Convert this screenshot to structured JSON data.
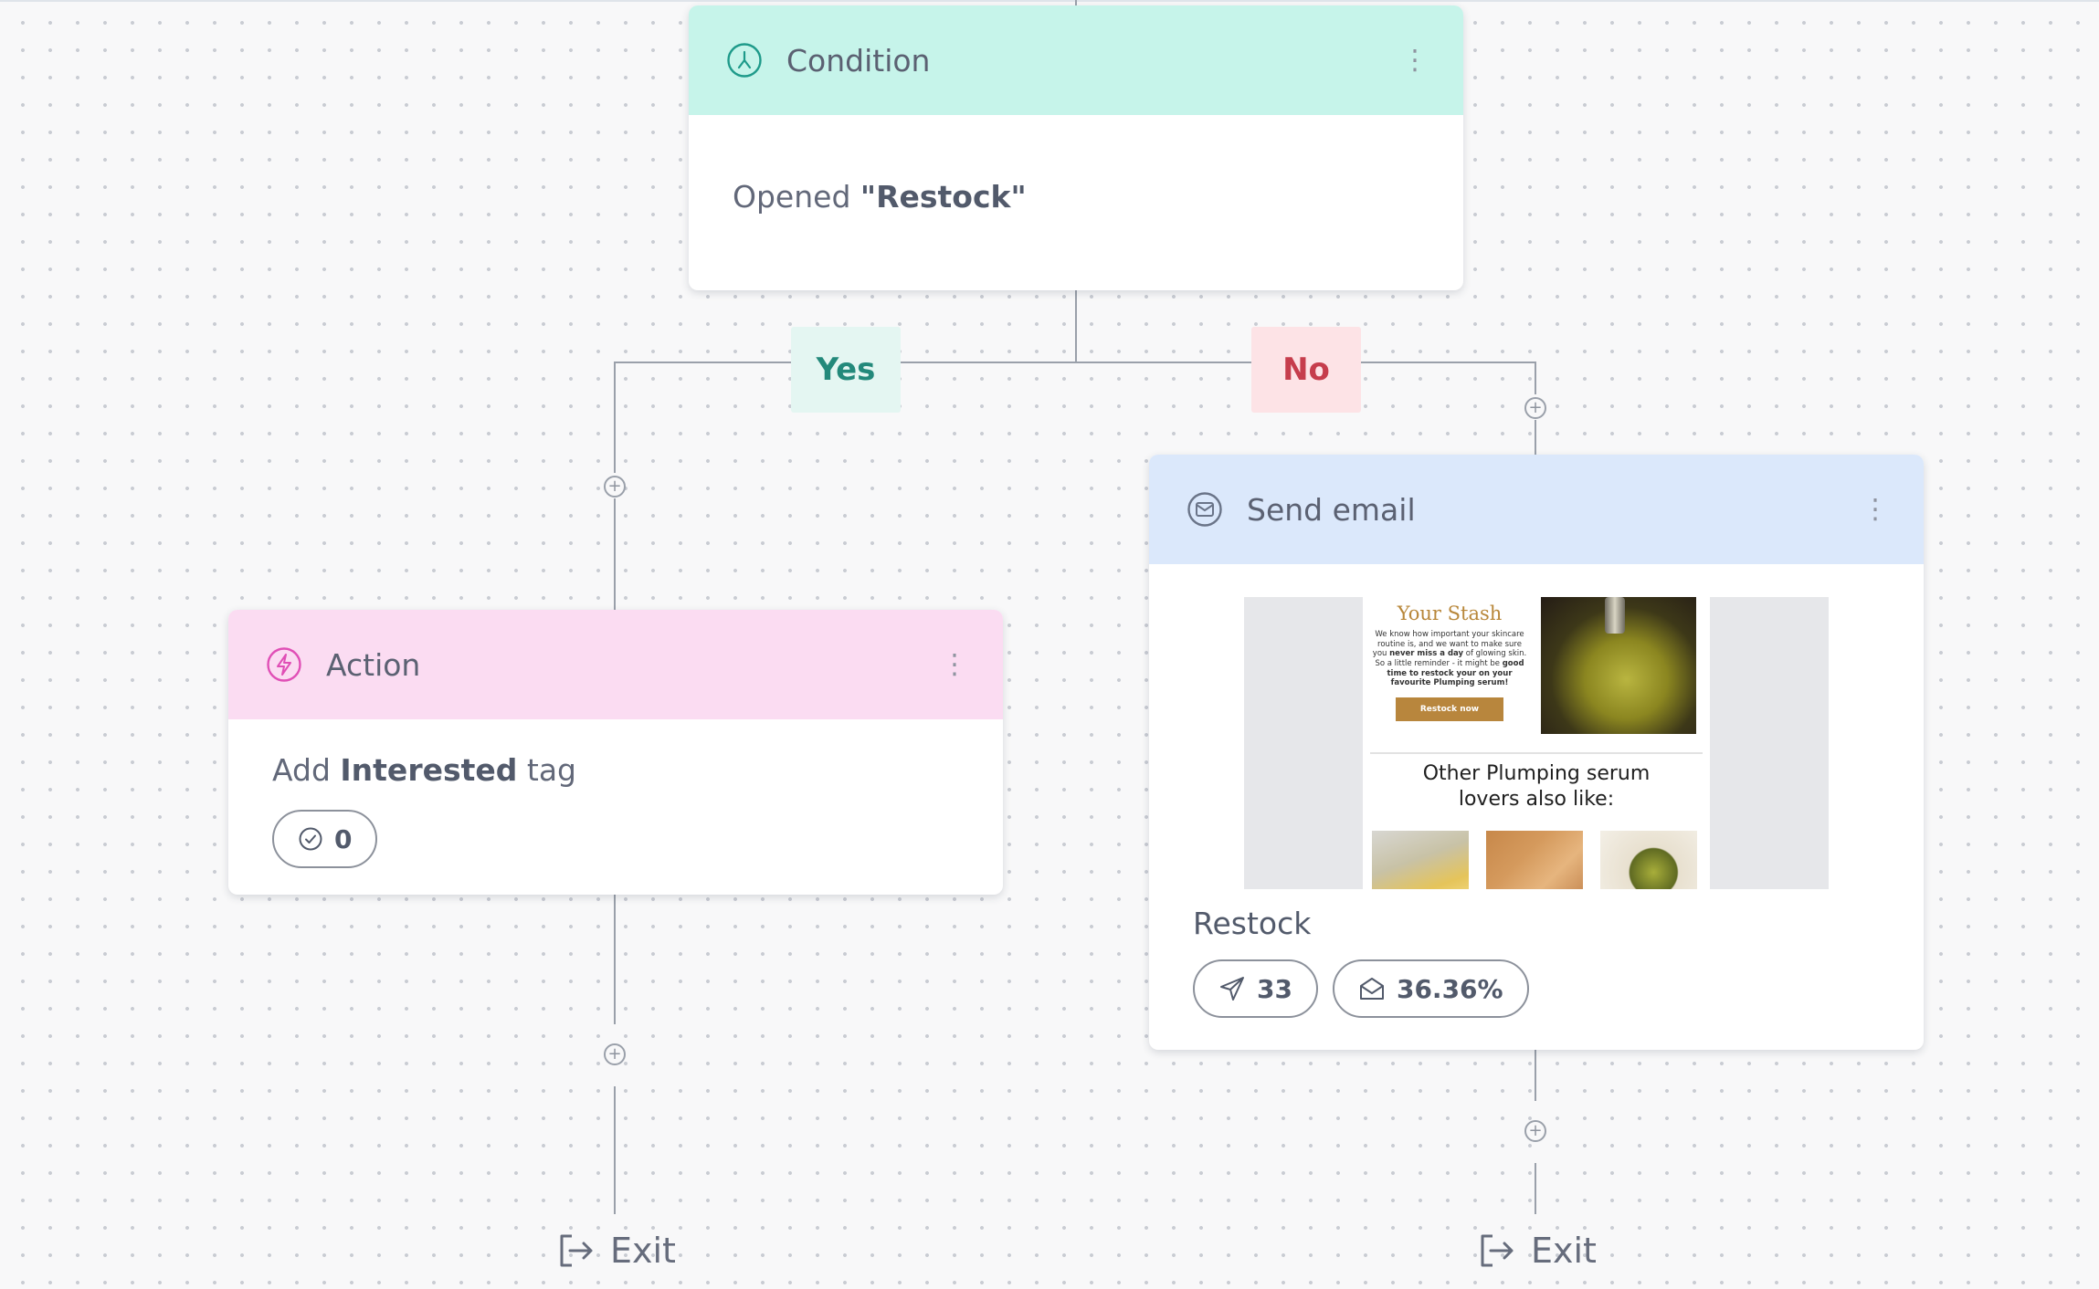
{
  "condition": {
    "title": "Condition",
    "text_prefix": "Opened ",
    "text_bold": "\"Restock\""
  },
  "branches": {
    "yes": "Yes",
    "no": "No"
  },
  "action": {
    "title": "Action",
    "text_prefix": "Add ",
    "text_bold": "Interested",
    "text_suffix": " tag",
    "count": "0"
  },
  "send_email": {
    "title": "Send email",
    "email_name": "Restock",
    "sent_count": "33",
    "open_rate": "36.36%",
    "preview": {
      "heading": "Your Stash",
      "body_1": "We know how important your skincare routine is, and we want to make sure you ",
      "body_bold_1": "never miss a day",
      "body_2": " of glowing skin. So a little reminder - it might be ",
      "body_bold_2": "good time to restock your on your favourite Plumping serum!",
      "button": "Restock now",
      "other_line1": "Other Plumping serum",
      "other_line2": "lovers also like:"
    }
  },
  "exits": {
    "left": "Exit",
    "right": "Exit"
  },
  "colors": {
    "condition_header": "#c6f4ea",
    "action_header": "#fbdcf2",
    "email_header": "#dbe8fb",
    "yes_bg": "#e4f6f2",
    "no_bg": "#fde3e6"
  }
}
